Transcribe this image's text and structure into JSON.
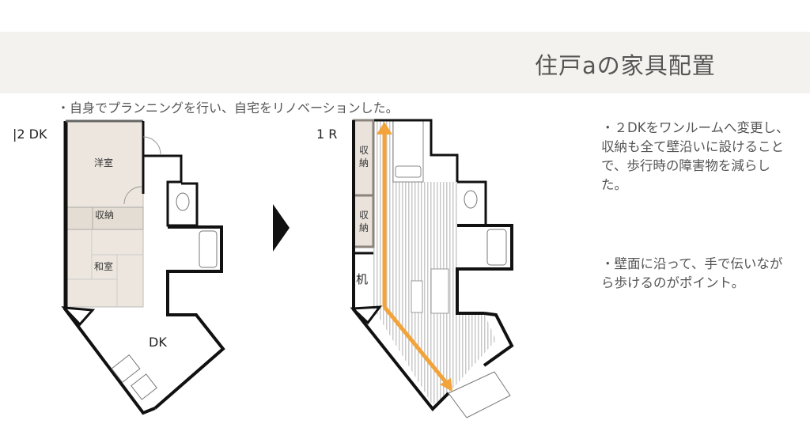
{
  "header": {
    "title": "住戸aの家具配置"
  },
  "lead": "・自身でプランニングを行い、自宅をリノベーションした。",
  "before": {
    "label": "2 DK",
    "rooms": {
      "western": "洋室",
      "storage": "収納",
      "japanese": "和室",
      "dk": "DK"
    }
  },
  "after": {
    "label": "1 R",
    "rooms": {
      "storage1a": "収",
      "storage1b": "納",
      "storage2a": "収",
      "storage2b": "納",
      "desk": "机"
    }
  },
  "notes": [
    "・２DKをワンルームへ変更し、収納も全て壁沿いに設けることで、歩行時の障害物を減らした。",
    "・壁面に沿って、手で伝いながら歩けるのがポイント。"
  ],
  "colors": {
    "band": "#f3f2ee",
    "room_fill": "#ede6de",
    "storage_dark": "#8a847c",
    "route_arrow": "#f2a33a"
  }
}
